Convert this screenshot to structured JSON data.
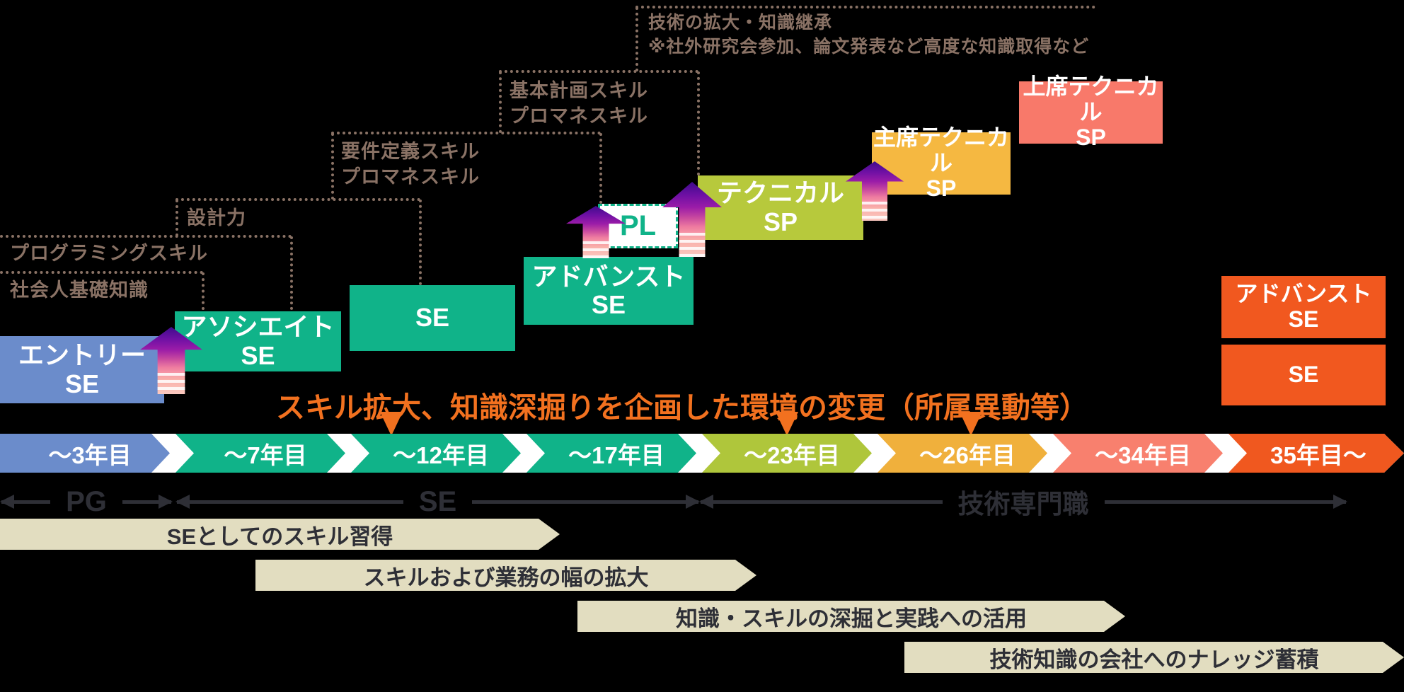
{
  "colors": {
    "background": "#000000",
    "dotted_line": "#8A7265",
    "green": "#10B389",
    "blue": "#6B8CCB",
    "yellow_green": "#B7C93C",
    "amber": "#F5B841",
    "salmon": "#F8796A",
    "orange": "#F1581F",
    "chev_amber": "#F0B03C",
    "chev_salmon": "#F8806E",
    "beige": "#E2DDC0",
    "heading_orange": "#F2711F",
    "pl_green": "#10B389",
    "pl_bg": "#FFFFFF"
  },
  "skill_labels": [
    {
      "id": "basic-knowledge",
      "text": "社会人基礎知識"
    },
    {
      "id": "programming-skill",
      "text": "プログラミングスキル"
    },
    {
      "id": "design-skill",
      "text": "設計力"
    },
    {
      "id": "requirements-skill",
      "text": "要件定義スキル\nプロマネスキル"
    },
    {
      "id": "planning-skill",
      "text": "基本計画スキル\nプロマネスキル"
    },
    {
      "id": "tech-expansion",
      "text": "技術の拡大・知識継承\n※社外研究会参加、論文発表など高度な知識取得など"
    }
  ],
  "roles": [
    {
      "id": "entry-se",
      "label": "エントリー\nSE",
      "color": "#6B8CCB"
    },
    {
      "id": "associate-se",
      "label": "アソシエイト\nSE",
      "color": "#10B389"
    },
    {
      "id": "se",
      "label": "SE",
      "color": "#10B389"
    },
    {
      "id": "advanced-se",
      "label": "アドバンスト\nSE",
      "color": "#10B389"
    },
    {
      "id": "pl",
      "label": "PL",
      "color": "#10B389",
      "bg": "#FFFFFF"
    },
    {
      "id": "technical-sp",
      "label": "テクニカル\nSP",
      "color": "#B7C93C"
    },
    {
      "id": "chief-technical-sp",
      "label": "主席テクニカル\nSP",
      "color": "#F5B841"
    },
    {
      "id": "senior-technical-sp",
      "label": "上席テクニカル\nSP",
      "color": "#F8796A"
    },
    {
      "id": "advanced-se-right",
      "label": "アドバンスト\nSE",
      "color": "#F1581F"
    },
    {
      "id": "se-right",
      "label": "SE",
      "color": "#F1581F"
    }
  ],
  "env_change": {
    "heading": "スキル拡大、知識深掘りを企画した環境の変更（所属異動等）",
    "color": "#F2711F"
  },
  "timeline": {
    "segments": [
      {
        "label": "～3年目",
        "color": "#6B8CCB"
      },
      {
        "label": "～7年目",
        "color": "#10B389"
      },
      {
        "label": "～12年目",
        "color": "#10B389"
      },
      {
        "label": "～17年目",
        "color": "#10B389"
      },
      {
        "label": "～23年目",
        "color": "#AFC63B"
      },
      {
        "label": "～26年目",
        "color": "#F0B03C"
      },
      {
        "label": "～34年目",
        "color": "#F8806E"
      },
      {
        "label": "35年目～",
        "color": "#F0581F"
      }
    ]
  },
  "axis": {
    "pg": "PG",
    "se": "SE",
    "specialist": "技術専門職"
  },
  "phases": [
    {
      "id": "phase-1",
      "text": "SEとしてのスキル習得",
      "color": "#E2DDC0"
    },
    {
      "id": "phase-2",
      "text": "スキルおよび業務の幅の拡大",
      "color": "#E2DDC0"
    },
    {
      "id": "phase-3",
      "text": "知識・スキルの深掘と実践への活用",
      "color": "#E2DDC0"
    },
    {
      "id": "phase-4",
      "text": "技術知識の会社へのナレッジ蓄積",
      "color": "#E2DDC0"
    }
  ]
}
